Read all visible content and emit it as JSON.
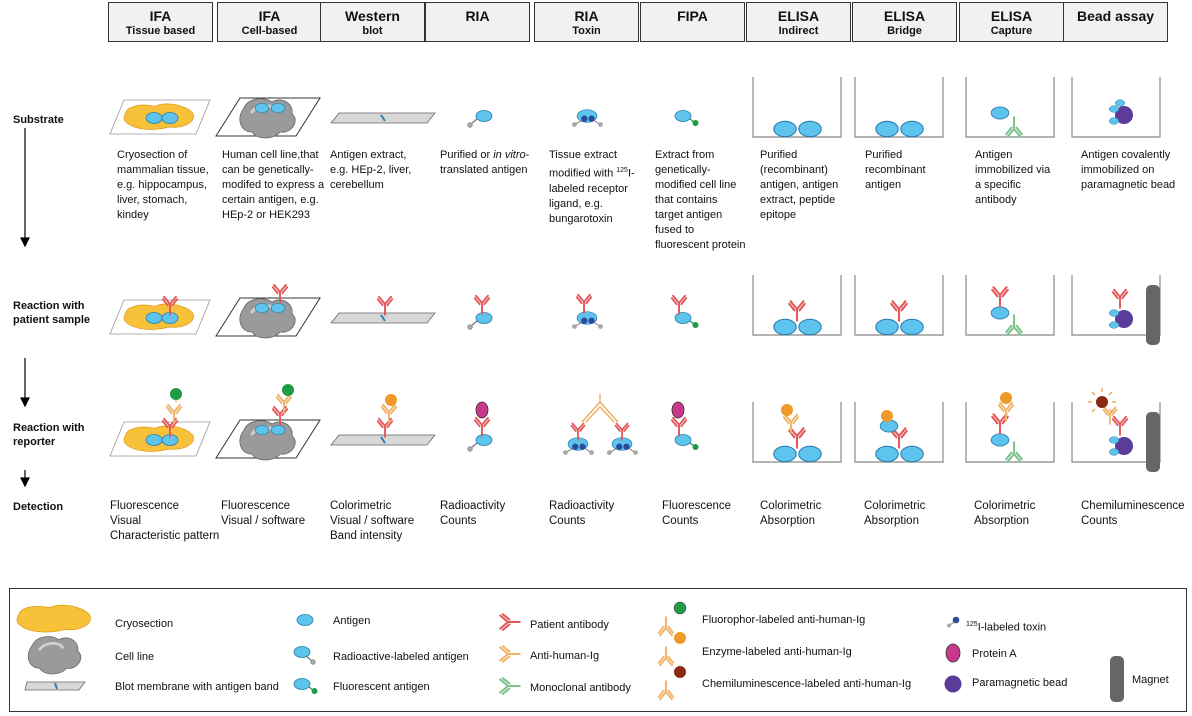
{
  "headers": [
    {
      "title": "IFA",
      "sub": "Tissue based"
    },
    {
      "title": "IFA",
      "sub": "Cell-based"
    },
    {
      "title": "Western",
      "sub": "blot"
    },
    {
      "title": "RIA",
      "sub": ""
    },
    {
      "title": "RIA",
      "sub": "Toxin"
    },
    {
      "title": "FIPA",
      "sub": ""
    },
    {
      "title": "ELISA",
      "sub": "Indirect"
    },
    {
      "title": "ELISA",
      "sub": "Bridge"
    },
    {
      "title": "ELISA",
      "sub": "Capture"
    },
    {
      "title": "Bead assay",
      "sub": ""
    }
  ],
  "rows": {
    "substrate": "Substrate",
    "reaction1a": "Reaction with",
    "reaction1b": "patient sample",
    "reaction2a": "Reaction with",
    "reaction2b": "reporter",
    "detection": "Detection"
  },
  "substrate_desc": [
    "Cryosection of mammalian tissue, e.g. hippocampus, liver, stomach, kindey",
    "Human cell line,that can be genetically-modifed to express a certain antigen, e.g. HEp-2 or HEK293",
    "Antigen extract, e.g. HEp-2, liver, cerebellum",
    "",
    "",
    "Extract from genetically-modified cell line that contains target antigen fused to fluorescent protein",
    "Purified (recombinant) antigen, antigen extract, peptide epitope",
    "Purified recombinant antigen",
    "Antigen immobilized via a specific antibody",
    "Antigen covalently immobilized on paramagnetic bead"
  ],
  "ria_desc": {
    "pre": "Purified or ",
    "italic": "in vitro",
    "post": "-translated antigen"
  },
  "toxin_desc": {
    "pre": "Tissue extract modified with ",
    "sup": "125",
    "post": "I-labeled receptor ligand, e.g. bungarotoxin"
  },
  "detection": [
    [
      "Fluorescence",
      "Visual",
      "Characteristic pattern"
    ],
    [
      "Fluorescence",
      "Visual / software",
      ""
    ],
    [
      "Colorimetric",
      "Visual / software",
      "Band intensity"
    ],
    [
      "Radioactivity",
      "Counts",
      ""
    ],
    [
      "Radioactivity",
      "Counts",
      ""
    ],
    [
      "Fluorescence",
      "Counts",
      ""
    ],
    [
      "Colorimetric",
      "Absorption",
      ""
    ],
    [
      "Colorimetric",
      "Absorption",
      ""
    ],
    [
      "Colorimetric",
      "Absorption",
      ""
    ],
    [
      "Chemiluminescence",
      "Counts",
      ""
    ]
  ],
  "legend": {
    "cryosection": "Cryosection",
    "cell_line": "Cell line",
    "blot": "Blot membrane with antigen band",
    "antigen": "Antigen",
    "radio_antigen": "Radioactive-labeled antigen",
    "fluor_antigen": "Fluorescent antigen",
    "patient_ab": "Patient antibody",
    "anti_human": "Anti-human-Ig",
    "monoclonal": "Monoclonal antibody",
    "fluor_anti": "Fluorophor-labeled anti-human-Ig",
    "enzyme_anti": "Enzyme-labeled anti-human-Ig",
    "chemi_anti": "Chemiluminescence-labeled anti-human-Ig",
    "toxin_sup": "125",
    "toxin": "I-labeled toxin",
    "protein_a": "Protein A",
    "bead": "Paramagnetic bead",
    "magnet": "Magnet"
  },
  "colors": {
    "antigen": "#5ec4ee",
    "antigen_stroke": "#2a7fb0",
    "tissue": "#f7c13a",
    "patient_ab": "#e2585b",
    "anti_human": "#f0b266",
    "monoclonal": "#7fc28e",
    "fluorophor": "#1f9a45",
    "enzyme": "#ee9a2a",
    "chemi": "#8a2a12",
    "protein_a": "#c8398e",
    "bead": "#5b3c9b",
    "magnet": "#666666",
    "toxin": "#2b4c9b",
    "header_bg": "#f1f1f1"
  }
}
